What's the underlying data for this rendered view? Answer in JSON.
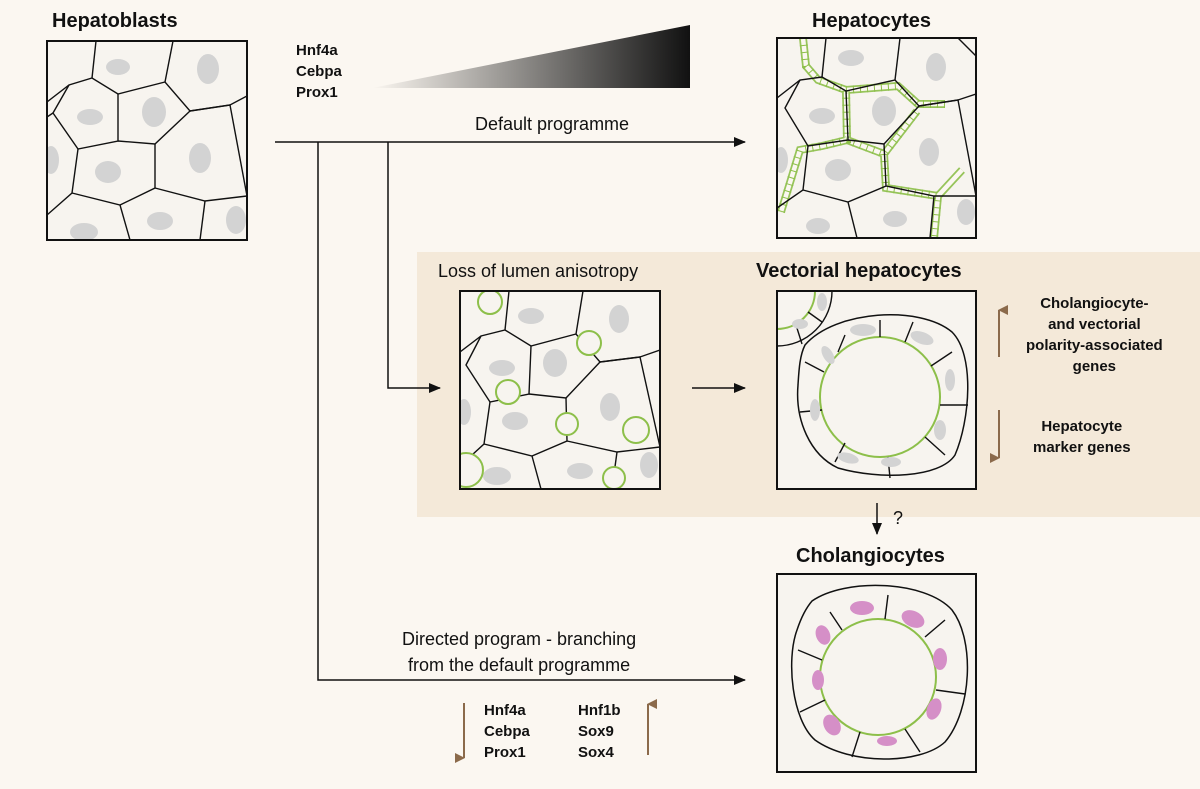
{
  "stages": {
    "hepatoblasts": "Hepatoblasts",
    "hepatocytes": "Hepatocytes",
    "vectorial": "Vectorial hepatocytes",
    "cholangiocytes": "Cholangiocytes"
  },
  "top_genes": [
    "Hnf4a",
    "Cebpa",
    "Prox1"
  ],
  "default_programme": "Default programme",
  "lumen_loss": "Loss of lumen anisotropy",
  "question_mark": "?",
  "up_genes_label": [
    "Cholangiocyte-",
    "and vectorial",
    "polarity-associated",
    "genes"
  ],
  "down_genes_label": [
    "Hepatocyte",
    "marker genes"
  ],
  "directed_program": [
    "Directed program - branching",
    "from the default programme"
  ],
  "down_genes": [
    "Hnf4a",
    "Cebpa",
    "Prox1"
  ],
  "up_genes": [
    "Hnf1b",
    "Sox9",
    "Sox4"
  ],
  "colors": {
    "background": "#fbf7f1",
    "highlight_band": "#f4e9d9",
    "lumen_green": "#8dbf4a",
    "nucleus_grey": "#d3d3d3",
    "nucleus_pink": "#d58fc7",
    "arrow_brown": "#8b6a4b"
  }
}
